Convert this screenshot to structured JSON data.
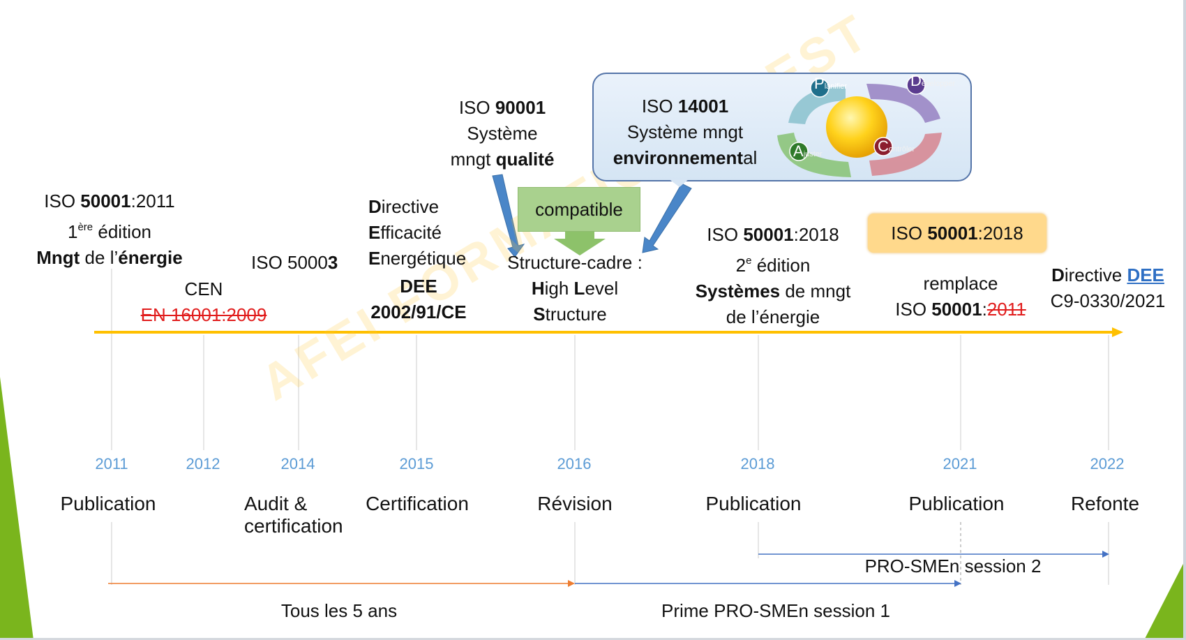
{
  "milestones_top": {
    "iso50001_2011": {
      "line1_a": "ISO ",
      "line1_b": "5000",
      "line1_c": "1",
      "line1_d": ":2011",
      "line2_a": "1",
      "line2_sup": "ère",
      "line2_b": " édition",
      "line3_a": "Mngt",
      "line3_b": " de l’",
      "line3_c": "énergie"
    },
    "cen": {
      "line1": "CEN",
      "line2": "EN 16001:2009"
    },
    "iso50003": {
      "a": "ISO 5000",
      "b": "3"
    },
    "directive_dee": {
      "l1a": "D",
      "l1b": "irective",
      "l2a": "E",
      "l2b": "fficacité",
      "l3a": "E",
      "l3b": "nergétique",
      "l4": "DEE",
      "l5": "2002/91/CE"
    },
    "iso90001": {
      "l1a": "ISO ",
      "l1b": "9000",
      "l1c": "1",
      "l2": "Système",
      "l3a": "mngt ",
      "l3b": "qualité"
    },
    "compatible": "compatible",
    "hls": {
      "l1": "Structure-cadre :",
      "l2a": "H",
      "l2b": "igh ",
      "l2c": "L",
      "l2d": "evel",
      "l3a": "S",
      "l3b": "tructure"
    },
    "iso14001": {
      "l1a": "ISO ",
      "l1b": "1400",
      "l1c": "1",
      "l2": "Système mngt",
      "l3a": "environnement",
      "l3b": "al"
    },
    "pdca": {
      "p": "P",
      "p_rest": "lanifier",
      "d": "D",
      "d_rest": "évelopper",
      "c": "C",
      "c_rest": "ontrôler",
      "a": "A",
      "a_rest": "juster"
    },
    "iso50001_2018": {
      "l1a": "ISO ",
      "l1b": "5000",
      "l1c": "1",
      "l1d": ":2018",
      "l2a": "2",
      "l2sup": "e",
      "l2b": " édition",
      "l3a": "Systèmes",
      "l3b": " de mngt",
      "l4": "de l’énergie"
    },
    "iso_badge": {
      "a": "ISO ",
      "b": "50001",
      "c": ":2018"
    },
    "remplace": {
      "l1": "remplace",
      "l2a": "ISO ",
      "l2b": "5000",
      "l2c": "1",
      "l2d": ":",
      "l2e": "2011"
    },
    "directive_dee_2021": {
      "l1a": "D",
      "l1b": "irective ",
      "l1c": "DEE",
      "l2": "C9-0330/2021"
    }
  },
  "years": [
    "2011",
    "2012",
    "2014",
    "2015",
    "2016",
    "2018",
    "2021",
    "2022"
  ],
  "events": {
    "publication_2011": "Publication",
    "audit": "Audit &",
    "audit2": "certification",
    "certification": "Certification",
    "revision": "Révision",
    "publication_2018": "Publication",
    "publication_2021": "Publication",
    "refonte": "Refonte"
  },
  "periods": {
    "tous_les_5_ans": "Tous les 5 ans",
    "prime_session1": "Prime PRO-SMEn session 1",
    "session2": "PRO-SMEn session 2"
  },
  "watermark": "AFEI   FORMATION   OUEST",
  "colors": {
    "timeline": "#ffc000",
    "year": "#5b9bd5",
    "strike_red": "#e11c1c",
    "blue_arrow": "#4a86c8",
    "green_arrow": "#8dc26a",
    "orange_period": "#ed7d31",
    "blue_period": "#4472c4",
    "accent_green": "#7ab51d"
  }
}
